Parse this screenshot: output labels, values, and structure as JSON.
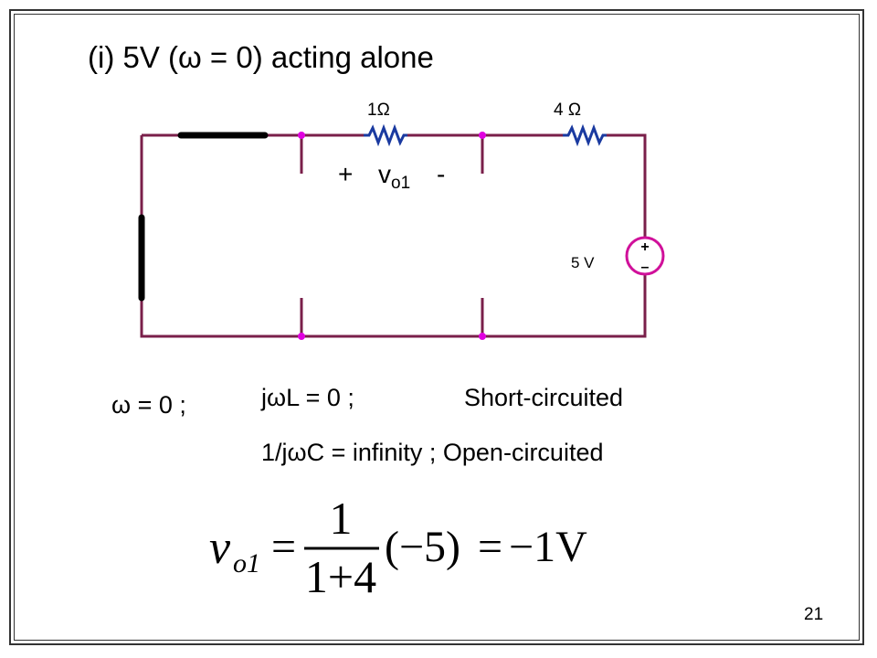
{
  "slide": {
    "title_prefix": "(i) 5V (",
    "title_omega": "ω",
    "title_suffix": " = 0) acting alone",
    "page_number": "21"
  },
  "circuit": {
    "r1_label": "1Ω",
    "r2_label": "4 Ω",
    "source_label": "5 V",
    "source_plus": "+",
    "source_minus": "–",
    "vo_plus": "+",
    "vo_symbol": "v",
    "vo_subscript": "o1",
    "vo_minus": "-",
    "colors": {
      "wire": "#7a1f4a",
      "node": "#e000e0",
      "resistor": "#1a3aa0",
      "source": "#d0109a",
      "accent": "#d0109a"
    }
  },
  "text": {
    "omega_line": "ω = 0 ;",
    "inductor_line": "jωL = 0 ;",
    "short_circuited": "Short-circuited",
    "capacitor_line": "1/jωC = infinity ; Open-circuited"
  },
  "formula": {
    "lhs_var": "v",
    "lhs_sub": "o1",
    "equals": "=",
    "numerator": "1",
    "denominator": "1+4",
    "factor": "(−5)",
    "equals2": "=",
    "result": "−1V"
  }
}
